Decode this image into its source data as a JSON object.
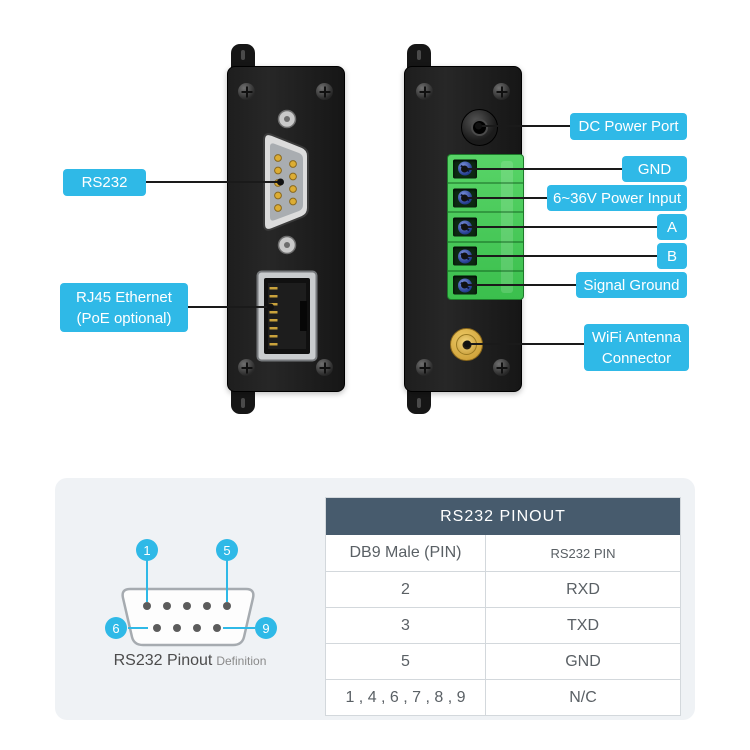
{
  "colors": {
    "accent": "#2fb9e7",
    "table_header_bg": "#475b6d",
    "terminal_green": "#3bbf4d",
    "sma_gold": "#cfa23a"
  },
  "callouts": {
    "rs232": "RS232",
    "rj45": "RJ45 Ethernet\n(PoE optional)",
    "dc_power": "DC Power Port",
    "gnd": "GND",
    "power_input": "6~36V Power Input",
    "a": "A",
    "b": "B",
    "signal_ground": "Signal Ground",
    "wifi_antenna": "WiFi Antenna\nConnector"
  },
  "pinout": {
    "caption_main": "RS232 Pinout",
    "caption_sub": "Definition",
    "pin_markers": [
      "1",
      "5",
      "6",
      "9"
    ],
    "table": {
      "title": "RS232 PINOUT",
      "columns": [
        "DB9 Male (PIN)",
        "RS232 PIN"
      ],
      "rows": [
        [
          "2",
          "RXD"
        ],
        [
          "3",
          "TXD"
        ],
        [
          "5",
          "GND"
        ],
        [
          "1 , 4 , 6 , 7 , 8 , 9",
          "N/C"
        ]
      ]
    }
  }
}
